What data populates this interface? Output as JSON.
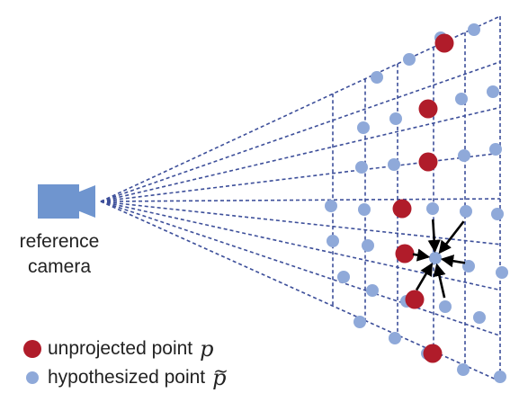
{
  "camera": {
    "label_line1": "reference",
    "label_line2": "camera"
  },
  "legend": {
    "unprojected_label": "unprojected point",
    "unprojected_symbol": "p",
    "hypothesized_label": "hypothesized point",
    "hypothesized_symbol": "p",
    "hypothesized_symbol_accent": "~"
  },
  "colors": {
    "camera_fill": "#6f95cf",
    "grid_line": "#3d4f9a",
    "hypothesized_point": "#8fa9d9",
    "unprojected_point": "#b01c2a",
    "arrow": "#000000"
  }
}
